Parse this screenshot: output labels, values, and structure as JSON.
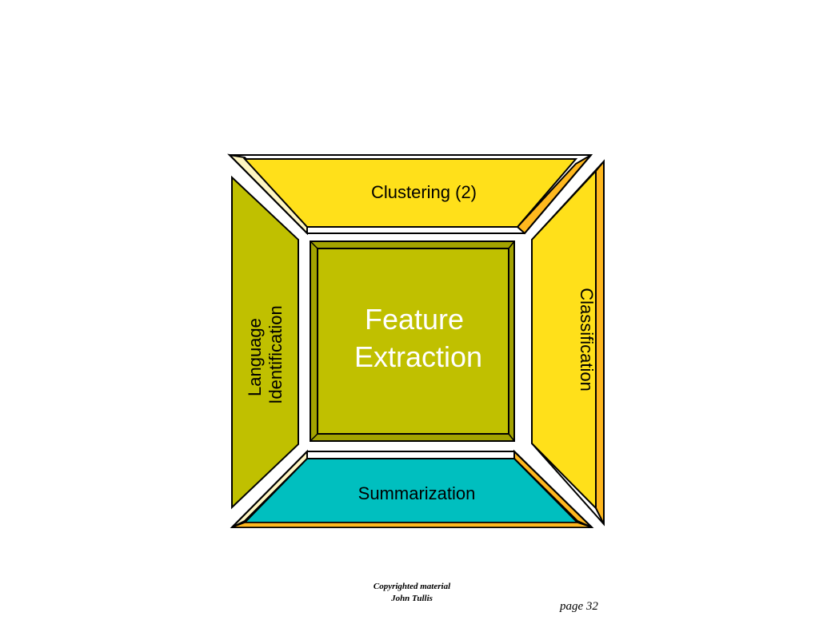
{
  "diagram": {
    "top_label": "Clustering (2)",
    "left_label_line1": "Language",
    "left_label_line2": "Identification",
    "right_label": "Classification",
    "bottom_label": "Summarization",
    "center_line1": "Feature",
    "center_line2": "Extraction"
  },
  "colors": {
    "yellow": "#FFE01A",
    "orange": "#FFB81E",
    "pale_yellow": "#FFF6C2",
    "olive": "#C0C000",
    "olive_dark": "#A3A300",
    "teal": "#00BFBF"
  },
  "footer": {
    "line1": "Copyrighted material",
    "line2": "John Tullis",
    "page": "page 32"
  }
}
